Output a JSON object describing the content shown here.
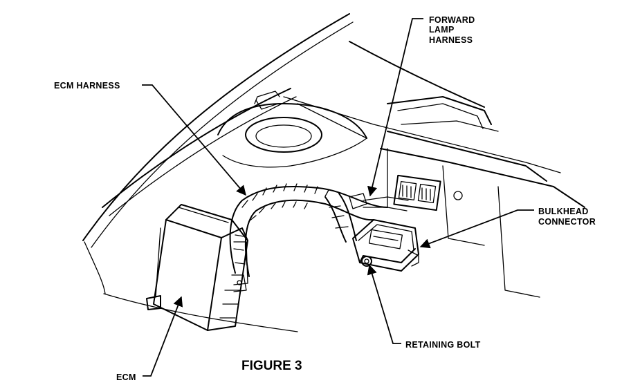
{
  "labels": {
    "forward_lamp_harness": [
      "FORWARD",
      "LAMP",
      "HARNESS"
    ],
    "ecm_harness": "ECM HARNESS",
    "bulkhead_connector": [
      "BULKHEAD",
      "CONNECTOR"
    ],
    "retaining_bolt": "RETAINING BOLT",
    "ecm": "ECM"
  },
  "caption": "FIGURE 3"
}
